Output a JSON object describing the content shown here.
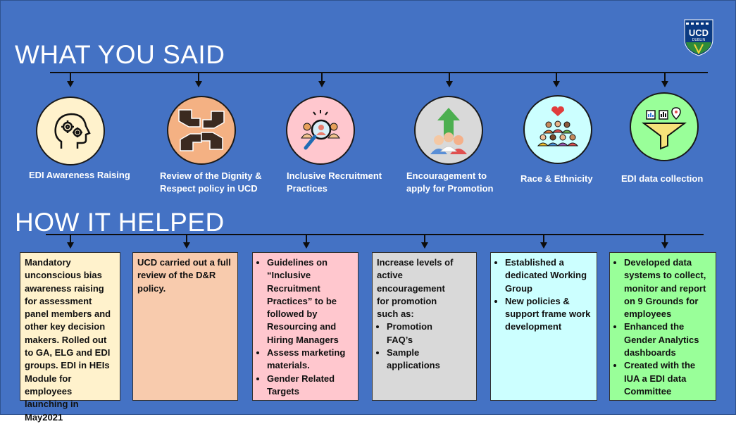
{
  "headings": {
    "said": "WHAT YOU SAID",
    "helped": "HOW IT HELPED"
  },
  "logo": {
    "text": "UCD",
    "sub": "DUBLIN"
  },
  "items": [
    {
      "label": "EDI Awareness Raising",
      "icon": "head-gears-icon",
      "circle_color": "#fff2cc"
    },
    {
      "label": "Review of the Dignity & Respect policy in UCD",
      "icon": "hands-joined-icon",
      "circle_color": "#f4b183"
    },
    {
      "label": "Inclusive Recruitment Practices",
      "icon": "magnifier-person-icon",
      "circle_color": "#ffc7ce"
    },
    {
      "label": "Encouragement to apply for Promotion",
      "icon": "growth-arrow-people-icon",
      "circle_color": "#d9d9d9"
    },
    {
      "label": "Race & Ethnicity",
      "icon": "diverse-group-icon",
      "circle_color": "#ccffff"
    },
    {
      "label": "EDI data collection",
      "icon": "data-funnel-icon",
      "circle_color": "#99ff99"
    }
  ],
  "boxes": [
    {
      "color": "#fff2cc",
      "text": "Mandatory unconscious bias awareness raising for assessment panel members and other key decision makers. Rolled out to GA, ELG and EDI groups. EDI in HEIs Module for employees launching in May2021"
    },
    {
      "color": "#f8cbad",
      "text": "UCD carried out a full review of the D&R policy."
    },
    {
      "color": "#ffc7ce",
      "bullets": [
        "Guidelines on “Inclusive Recruitment Practices” to be followed by Resourcing and Hiring Managers",
        "Assess marketing materials.",
        "Gender Related Targets"
      ]
    },
    {
      "color": "#d9d9d9",
      "intro": "Increase levels of active encouragement for promotion such as:",
      "bullets": [
        "Promotion FAQ’s",
        "Sample applications"
      ]
    },
    {
      "color": "#ccffff",
      "bullets": [
        "Established a dedicated Working Group",
        "New policies & support frame work development"
      ]
    },
    {
      "color": "#99ff99",
      "bullets": [
        "Developed data systems to collect, monitor and report on 9 Grounds for employees",
        "Enhanced the Gender Analytics dashboards",
        "Created with the IUA a EDI data Committee"
      ]
    }
  ]
}
